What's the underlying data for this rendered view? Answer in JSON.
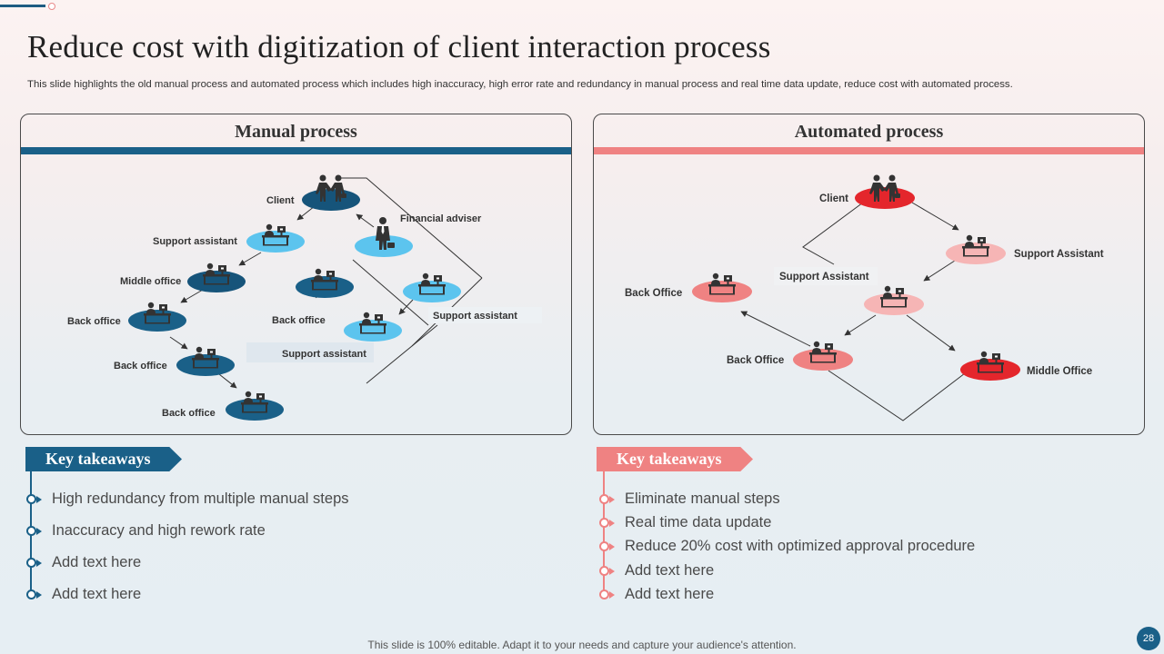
{
  "title": "Reduce cost with digitization of client interaction process",
  "subtitle": "This slide highlights the old manual process and automated process which includes high inaccuracy, high error rate and redundancy in manual process and real time data update, reduce cost with automated process.",
  "colors": {
    "blue": "#1a6088",
    "pink": "#ef8282",
    "light_blue": "#5cc4ee",
    "red": "#e4262c",
    "light_pink": "#f6b5b5"
  },
  "manual": {
    "title": "Manual process",
    "labels": {
      "client": "Client",
      "financial_adviser": "Financial adviser",
      "support_assistant_1": "Support assistant",
      "middle_office": "Middle office",
      "back_office_1": "Back office",
      "back_office_2": "Back office",
      "back_office_3": "Back office",
      "back_office_4": "Back office",
      "support_assistant_2": "Support assistant",
      "support_assistant_3": "Support assistant"
    },
    "takeaways_title": "Key takeaways",
    "takeaways": [
      "High redundancy  from multiple manual steps",
      "Inaccuracy  and high rework rate",
      "Add text here",
      "Add text here"
    ]
  },
  "automated": {
    "title": "Automated process",
    "labels": {
      "client": "Client",
      "support_assistant_1": "Support Assistant",
      "support_assistant_2": "Support Assistant",
      "back_office_1": "Back Office",
      "back_office_2": "Back Office",
      "middle_office": "Middle Office"
    },
    "takeaways_title": "Key takeaways",
    "takeaways": [
      "Eliminate manual steps",
      "Real time data update",
      "Reduce 20% cost with optimized approval procedure",
      "Add text here",
      "Add text here"
    ]
  },
  "footer": "This slide is 100% editable. Adapt it to your needs and capture your audience's attention.",
  "page_number": "28"
}
